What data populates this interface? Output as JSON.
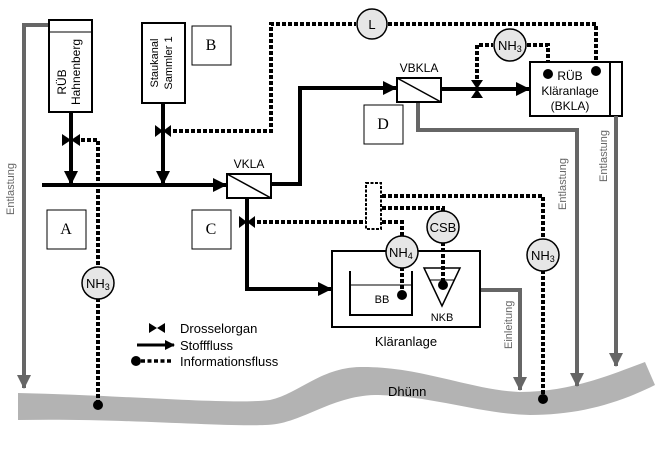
{
  "diagram": {
    "colors": {
      "material_flow": "#000000",
      "discharge_flow": "#666666",
      "river": "#b3b3b3",
      "sensor_fill": "#e6e6e6"
    },
    "nodes": {
      "rueb_hahnenberg": {
        "line1": "RÜB",
        "line2": "Hahnenberg"
      },
      "staukanal": {
        "line1": "Staukanal",
        "line2": "Sammler 1"
      },
      "vkla": "VKLA",
      "vbkla": "VBKLA",
      "rueb_klaeranlage": {
        "line1": "RÜB",
        "line2": "Kläranlage",
        "line3": "(BKLA)"
      },
      "klaeranlage": "Kläranlage",
      "bb": "BB",
      "nkb": "NKB",
      "river": "Dhünn"
    },
    "zones": {
      "a": "A",
      "b": "B",
      "c": "C",
      "d": "D"
    },
    "sensors": {
      "l": "L",
      "nh3_top": {
        "base": "NH",
        "sub": "3"
      },
      "nh3_left": {
        "base": "NH",
        "sub": "3"
      },
      "nh3_right": {
        "base": "NH",
        "sub": "3"
      },
      "nh4": {
        "base": "NH",
        "sub": "4"
      },
      "csb": "CSB"
    },
    "flow_labels": {
      "entlastung_left": "Entlastung",
      "entlastung_mid": "Entlastung",
      "entlastung_right": "Entlastung",
      "einleitung": "Einleitung"
    },
    "legend": {
      "throttle": "Drosselorgan",
      "material_flow": "Stofffluss",
      "information_flow": "Informationsfluss"
    }
  }
}
